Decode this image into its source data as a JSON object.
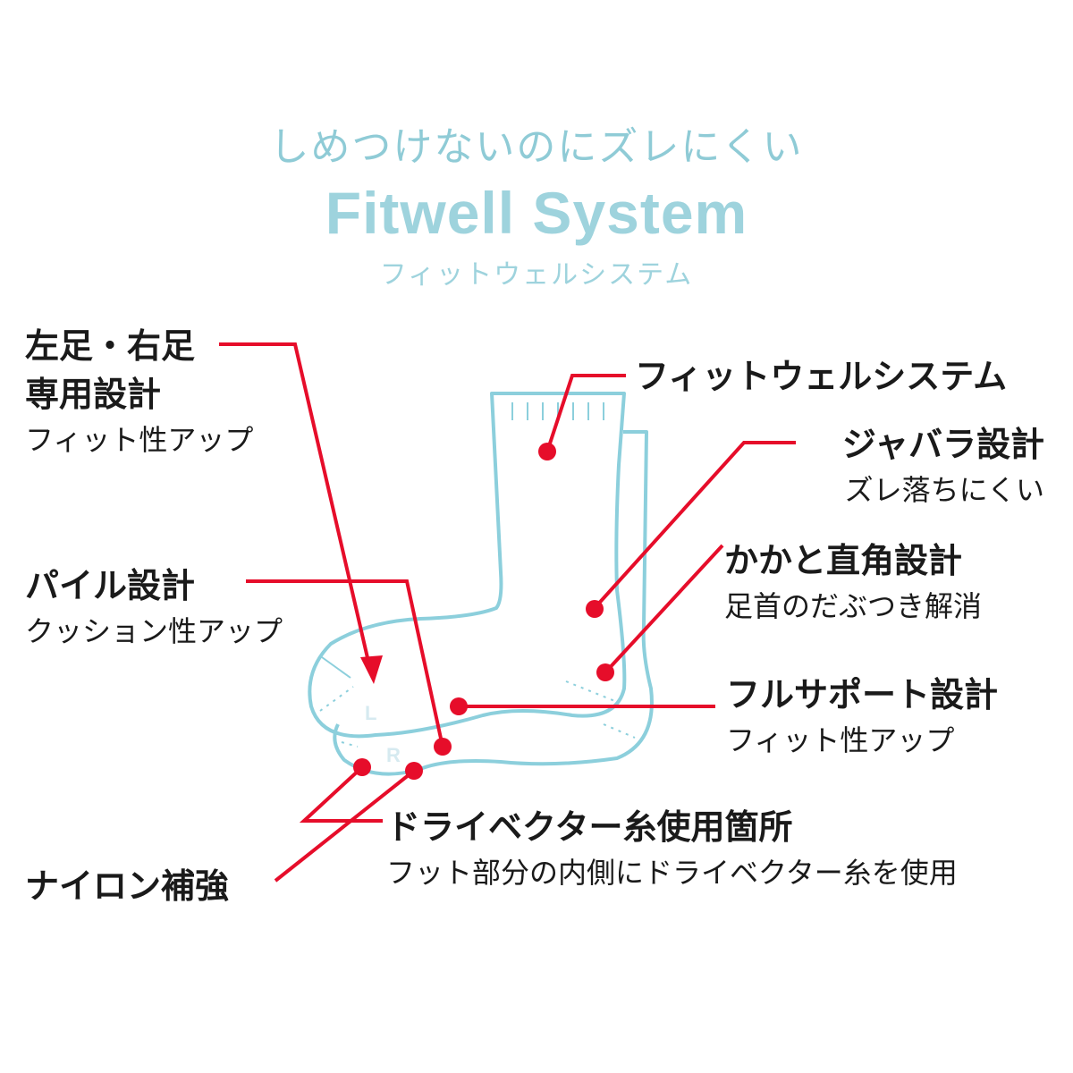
{
  "header": {
    "tagline": "しめつけないのにズレにくい",
    "brand": "Fitwell System",
    "brand_kana": "フィットウェルシステム"
  },
  "callouts": {
    "left_right": {
      "title_1": "左足・右足",
      "title_2": "専用設計",
      "sub": "フィット性アップ"
    },
    "pile": {
      "title": "パイル設計",
      "sub": "クッション性アップ"
    },
    "fitwell": {
      "title": "フィットウェルシステム"
    },
    "bellows": {
      "title": "ジャバラ設計",
      "sub": "ズレ落ちにくい"
    },
    "heel": {
      "title": "かかと直角設計",
      "sub": "足首のだぶつき解消"
    },
    "full_support": {
      "title": "フルサポート設計",
      "sub": "フィット性アップ"
    },
    "dry_vector": {
      "title": "ドライベクター糸使用箇所",
      "sub": "フット部分の内側にドライベクター糸を使用"
    },
    "nylon": {
      "title": "ナイロン補強"
    }
  },
  "diagram": {
    "label_left": "L",
    "label_right": "R"
  },
  "colors": {
    "accent": "#e60d2a",
    "sock": "#8ccfdc",
    "brand": "#9ed3dd"
  }
}
